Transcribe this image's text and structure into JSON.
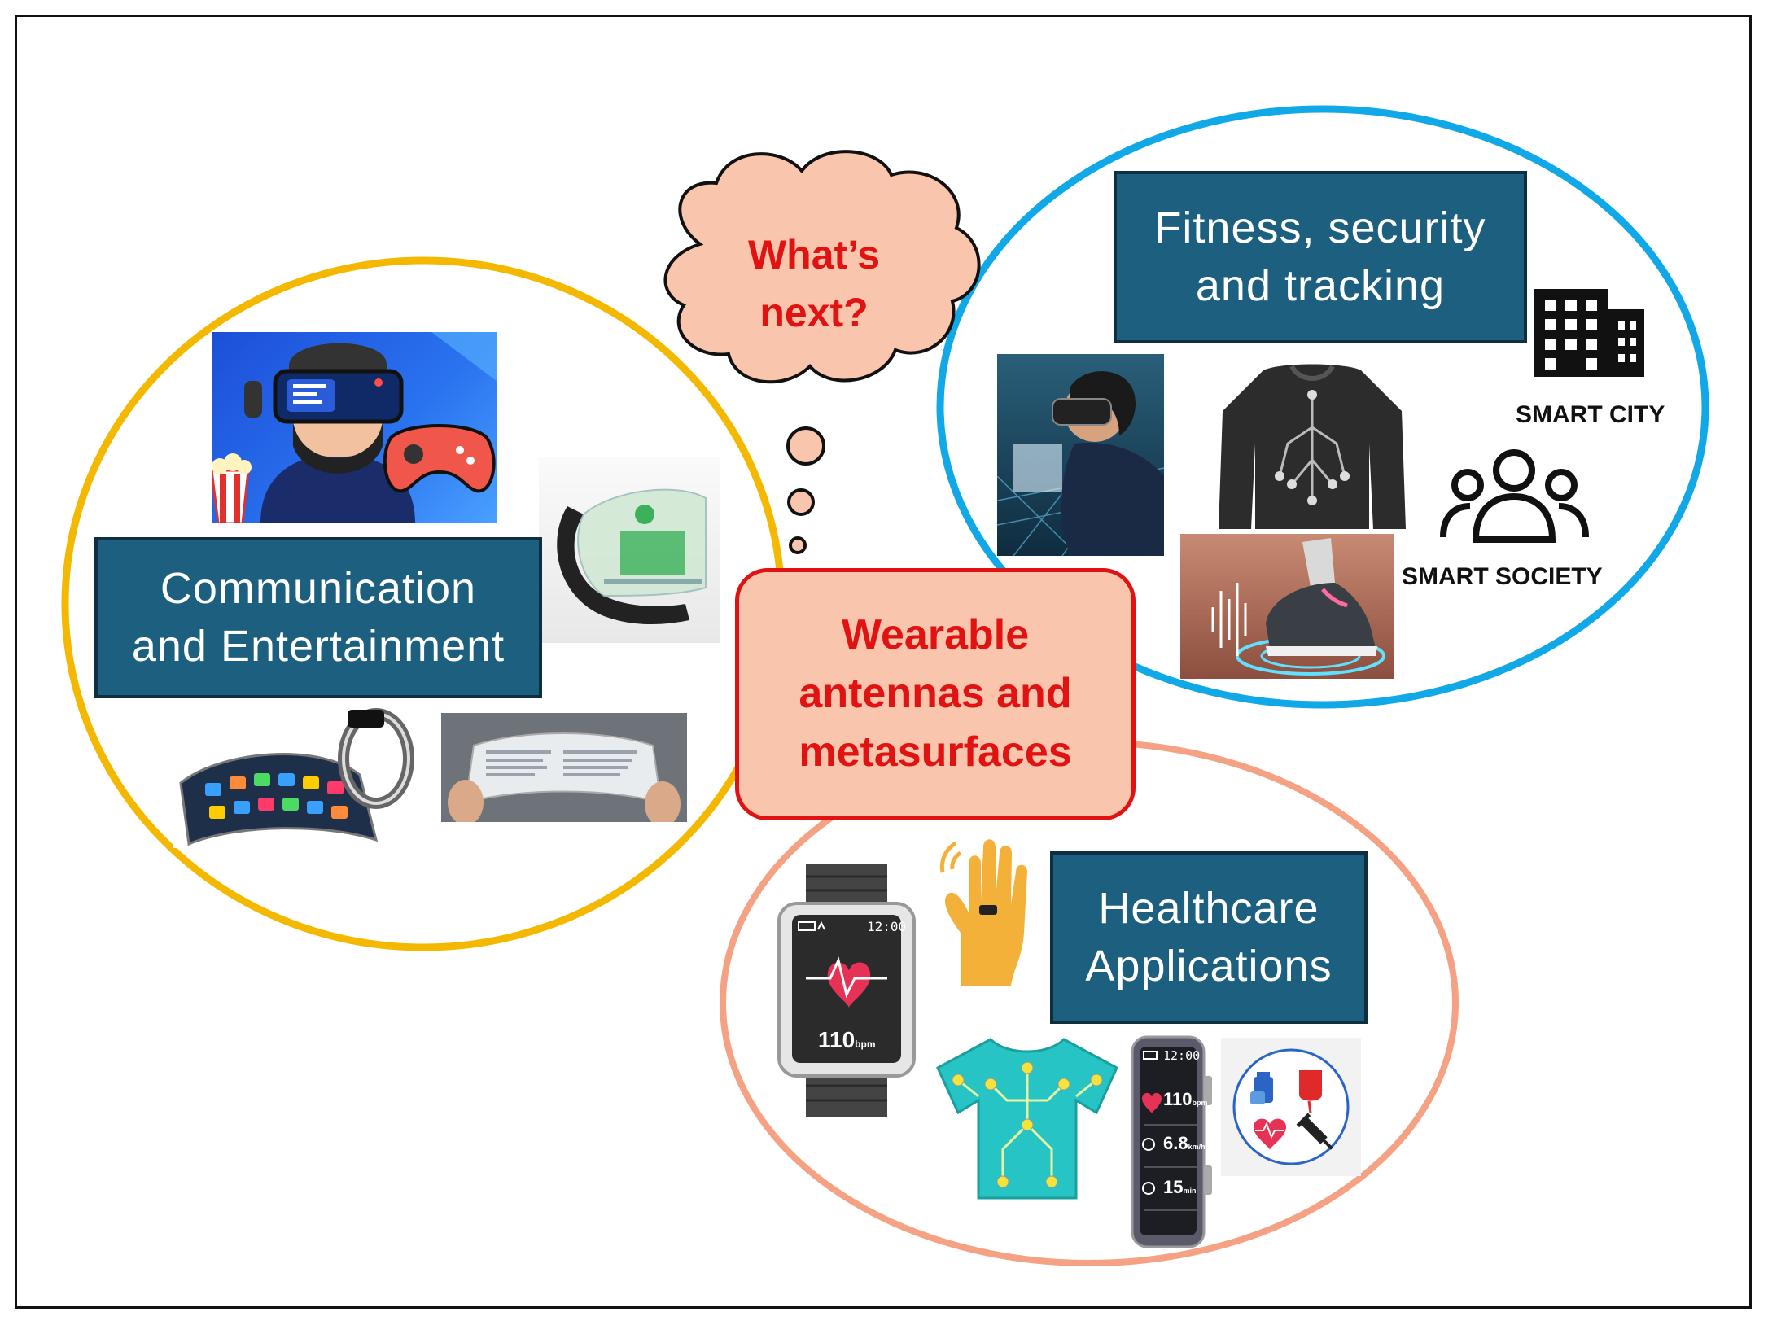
{
  "center": {
    "line1": "Wearable",
    "line2": "antennas and",
    "line3": "metasurfaces"
  },
  "cloud": {
    "line1": "What’s",
    "line2": "next?"
  },
  "sections": {
    "communication": {
      "line1": "Communication",
      "line2": "and Entertainment",
      "color": "#f5b800"
    },
    "fitness": {
      "line1": "Fitness, security",
      "line2": "and tracking",
      "color": "#11a8e8"
    },
    "healthcare": {
      "line1": "Healthcare",
      "line2": "Applications",
      "color": "#f4a184"
    }
  },
  "labels": {
    "smart_city": "SMART CITY",
    "smart_society": "SMART SOCIETY"
  },
  "watch": {
    "status": "12:00",
    "bpm": "110",
    "bpm_unit": "bpm"
  },
  "band": {
    "time": "12:00",
    "heart": "110",
    "heart_unit": "bpm",
    "speed": "6.8",
    "speed_unit": "km/h",
    "duration": "15",
    "duration_unit": "min"
  },
  "colors": {
    "box_fill": "#1d5f7e",
    "accent_red": "#e01212",
    "bubble_fill": "#f9c6ad"
  }
}
